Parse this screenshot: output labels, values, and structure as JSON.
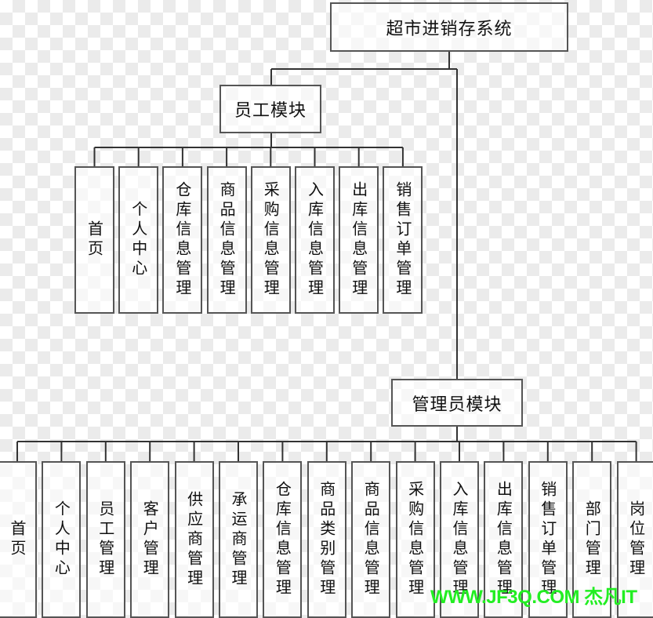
{
  "root": {
    "label": "超市进销存系统"
  },
  "employee_module": {
    "label": "员工模块",
    "items": [
      "首页",
      "个人中心",
      "仓库信息管理",
      "商品信息管理",
      "采购信息管理",
      "入库信息管理",
      "出库信息管理",
      "销售订单管理"
    ]
  },
  "admin_module": {
    "label": "管理员模块",
    "items": [
      "首页",
      "个人中心",
      "员工管理",
      "客户管理",
      "供应商管理",
      "承运商管理",
      "仓库信息管理",
      "商品类别管理",
      "商品信息管理",
      "采购信息管理",
      "入库信息管理",
      "出库信息管理",
      "销售订单管理",
      "部门管理",
      "岗位管理"
    ]
  },
  "watermark": "WWW.JF3Q.COM 杰凡IT",
  "colors": {
    "line": "#333333",
    "border": "#555555",
    "watermark": "#22ee22"
  }
}
